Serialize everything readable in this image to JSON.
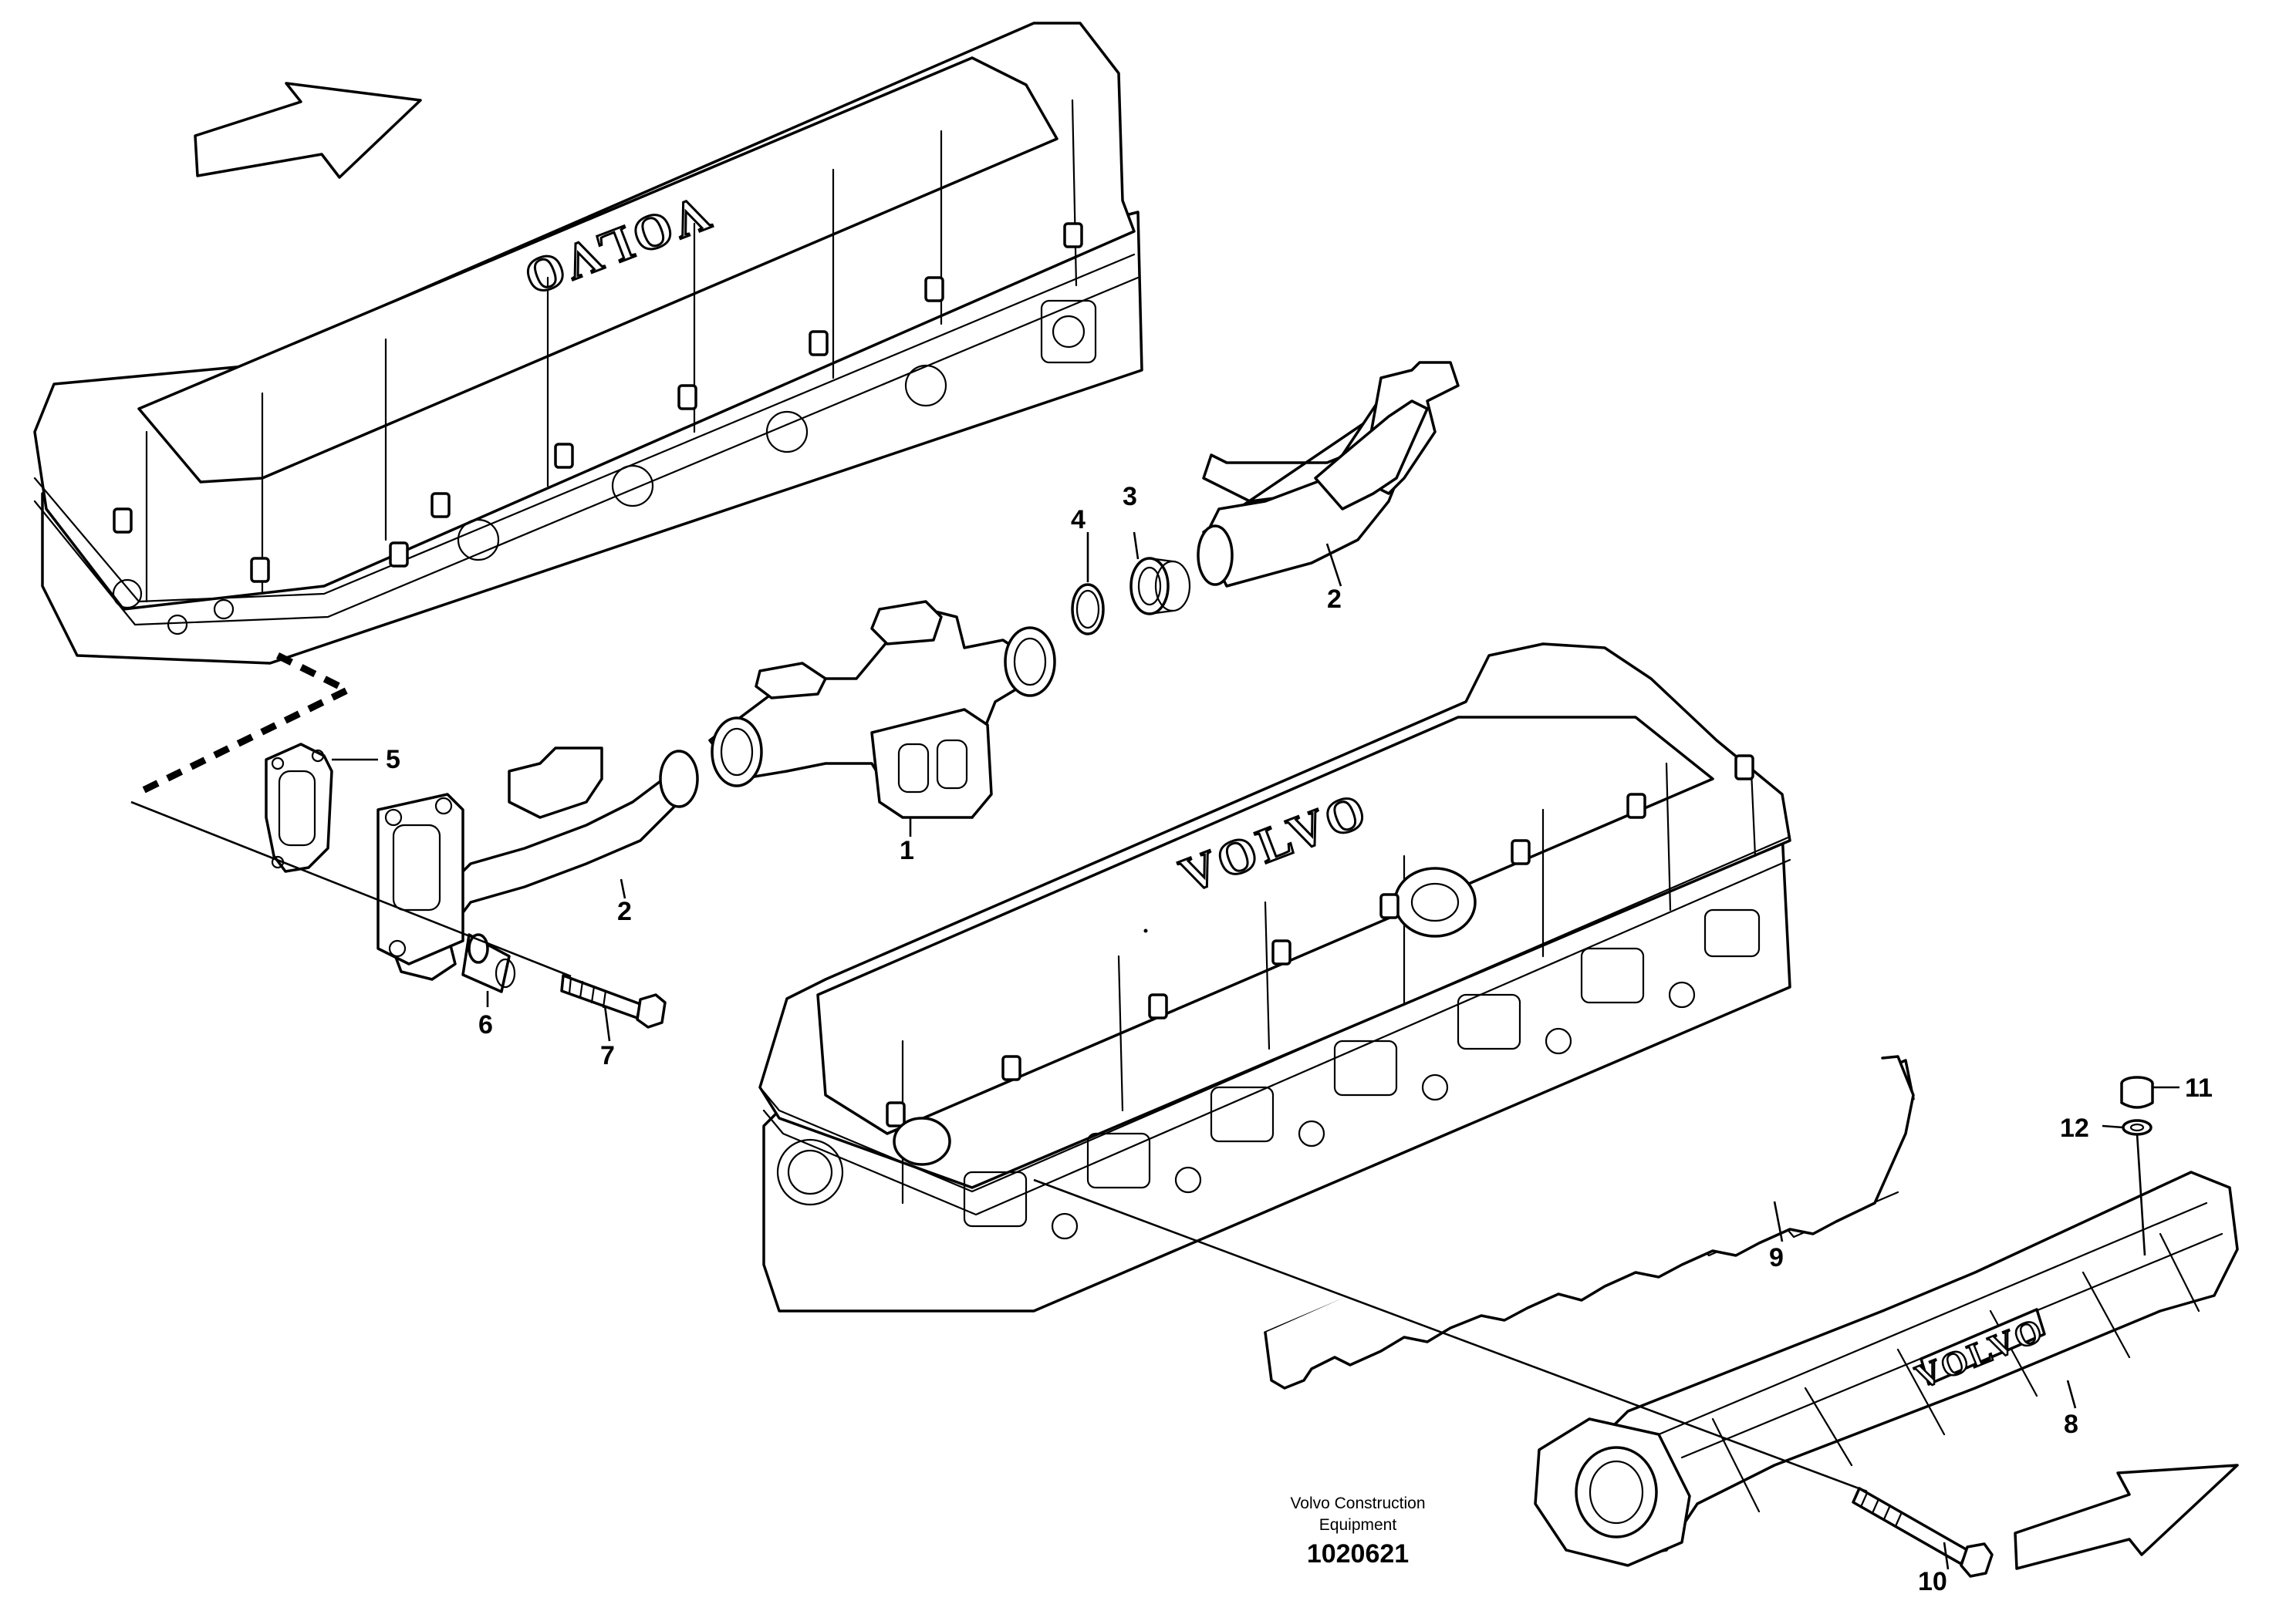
{
  "callouts": {
    "c1": "1",
    "c2a": "2",
    "c2b": "2",
    "c3": "3",
    "c4": "4",
    "c5": "5",
    "c6": "6",
    "c7": "7",
    "c8": "8",
    "c9": "9",
    "c10": "10",
    "c11": "11",
    "c12": "12"
  },
  "logos": {
    "top_cover": "VOLVO",
    "bottom_cover": "VOLVO",
    "manifold": "VOLVO"
  },
  "credit": {
    "line1": "Volvo Construction",
    "line2": "Equipment",
    "doc_number": "1020621"
  }
}
